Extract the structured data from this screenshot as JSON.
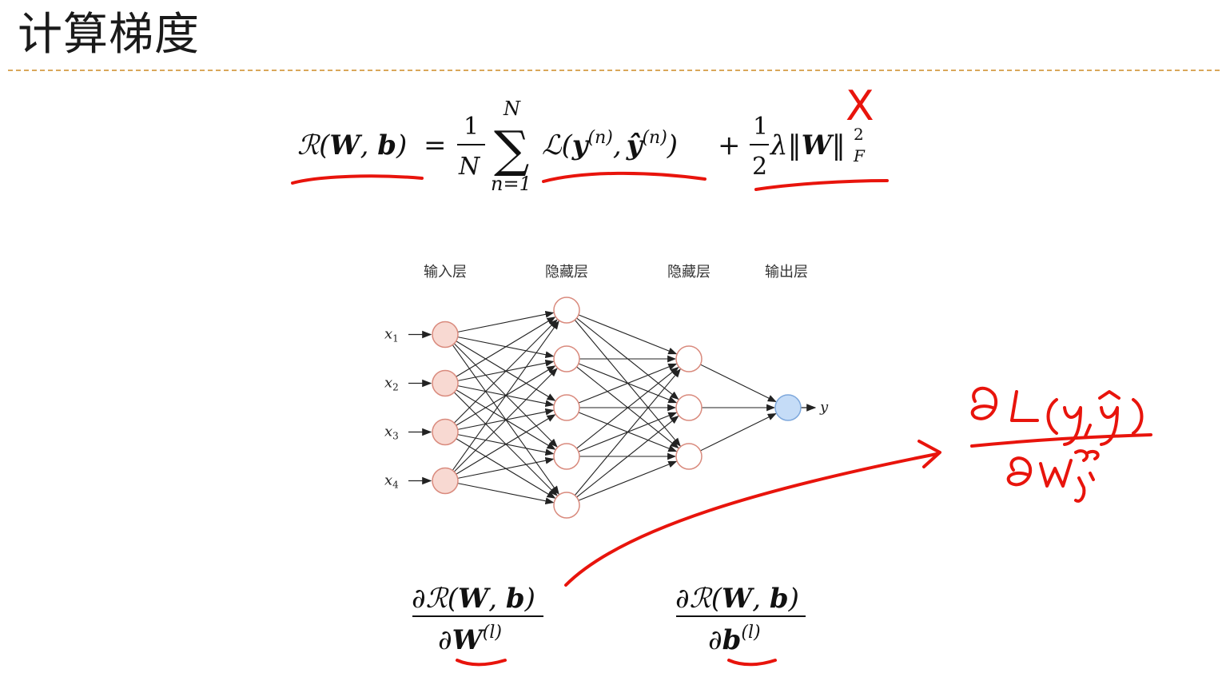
{
  "slide": {
    "title": "计算梯度"
  },
  "formula": {
    "lhs_calR": "ℛ",
    "lhs_args_open": "(",
    "lhs_W": "W",
    "lhs_comma": ", ",
    "lhs_b": "b",
    "lhs_close": ")",
    "equals": "=",
    "frac_num": "1",
    "frac_den": "N",
    "sum_symbol": "∑",
    "sum_upper": "N",
    "sum_lower": "n=1",
    "loss_calL": "ℒ",
    "loss_open": "(",
    "loss_y": "y",
    "loss_sup_n1": "(n)",
    "loss_comma": ",",
    "loss_yhat": "ŷ",
    "loss_sup_n2": "(n)",
    "loss_close": ")",
    "plus": "+",
    "reg_num": "1",
    "reg_den": "2",
    "reg_lambda": "λ",
    "reg_norm_open": "‖",
    "reg_W": "W",
    "reg_norm_close": "‖",
    "reg_sup": "2",
    "reg_sub": "F"
  },
  "network": {
    "layer_labels": [
      "输入层",
      "隐藏层",
      "隐藏层",
      "输出层"
    ],
    "inputs": [
      {
        "name": "x",
        "sub": "1"
      },
      {
        "name": "x",
        "sub": "2"
      },
      {
        "name": "x",
        "sub": "3"
      },
      {
        "name": "x",
        "sub": "4"
      }
    ],
    "output_label": "y",
    "layer_sizes": [
      4,
      5,
      3,
      1
    ],
    "colors": {
      "input_fill": "#f8d9d2",
      "input_stroke": "#d98a7d",
      "hidden_fill": "#ffffff",
      "hidden_stroke": "#d98a7d",
      "output_fill": "#c5dcf7",
      "output_stroke": "#7ea8dc",
      "edge": "#222222"
    }
  },
  "gradients": {
    "w": {
      "partial": "∂",
      "calR": "ℛ",
      "args_open": "(",
      "W": "W",
      "comma": ", ",
      "b": "b",
      "args_close": ")",
      "den_partial": "∂",
      "den_var": "W",
      "den_sup": "(l)"
    },
    "b": {
      "partial": "∂",
      "calR": "ℛ",
      "args_open": "(",
      "W": "W",
      "comma": ", ",
      "b": "b",
      "args_close": ")",
      "den_partial": "∂",
      "den_var": "b",
      "den_sup": "(l)"
    }
  },
  "annotations": {
    "ink_color": "#e8140c",
    "cross_mark": "X"
  }
}
